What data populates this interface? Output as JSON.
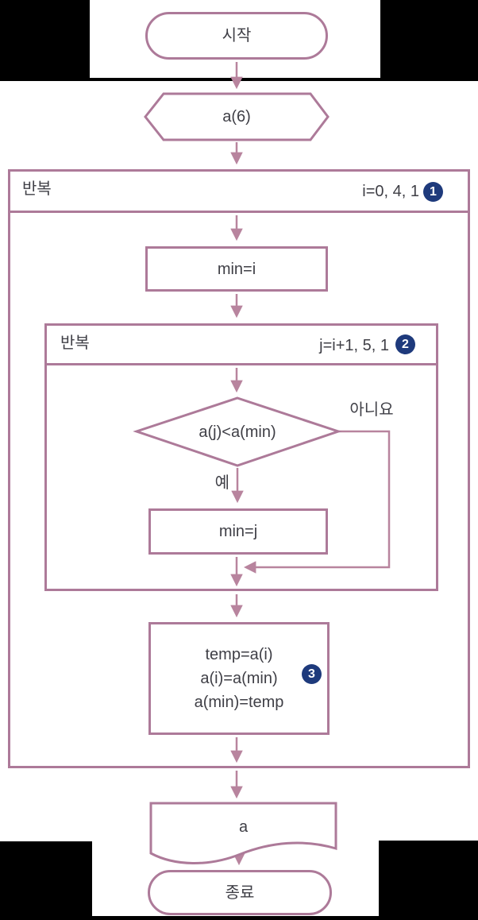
{
  "flowchart": {
    "start_label": "시작",
    "input_label": "a(6)",
    "outer_loop": {
      "keyword": "반복",
      "condition": "i=0, 4, 1",
      "badge": "1"
    },
    "init_min": "min=i",
    "inner_loop": {
      "keyword": "반복",
      "condition": "j=i+1, 5, 1",
      "badge": "2"
    },
    "decision": "a(j)<a(min)",
    "branch_no": "아니요",
    "branch_yes": "예",
    "set_min": "min=j",
    "swap": {
      "line1": "temp=a(i)",
      "line2": "a(i)=a(min)",
      "line3": "a(min)=temp",
      "badge": "3"
    },
    "output_label": "a",
    "end_label": "종료"
  },
  "colors": {
    "shape_border": "#ad7a99",
    "connector": "#b8849e",
    "badge_background": "#1e3a7c",
    "badge_text": "#ffffff",
    "text": "#3f3f46",
    "mask_bars": "#000000"
  }
}
